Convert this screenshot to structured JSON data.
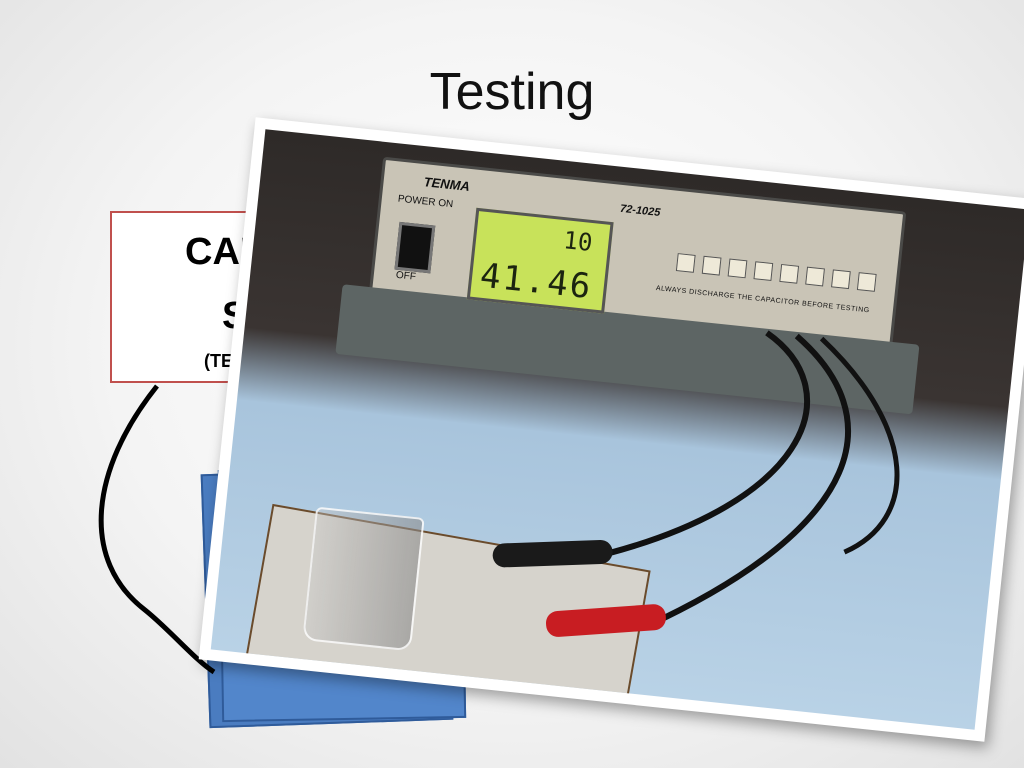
{
  "slide": {
    "title": "Testing",
    "box_line1": "CAP",
    "box_line2": "S",
    "box_line3": "(TE"
  },
  "photo": {
    "brand": "TENMA",
    "model": "72-1025",
    "power_label": "POWER ON",
    "off_label": "OFF",
    "display_top": "10",
    "display_bottom": "41.46",
    "warning": "ALWAYS DISCHARGE THE CAPACITOR BEFORE TESTING"
  },
  "colors": {
    "box_border": "#c0504d",
    "shape_blue": "#5286cb",
    "lcd": "#c8e25a",
    "clip_red": "#c81d22"
  }
}
